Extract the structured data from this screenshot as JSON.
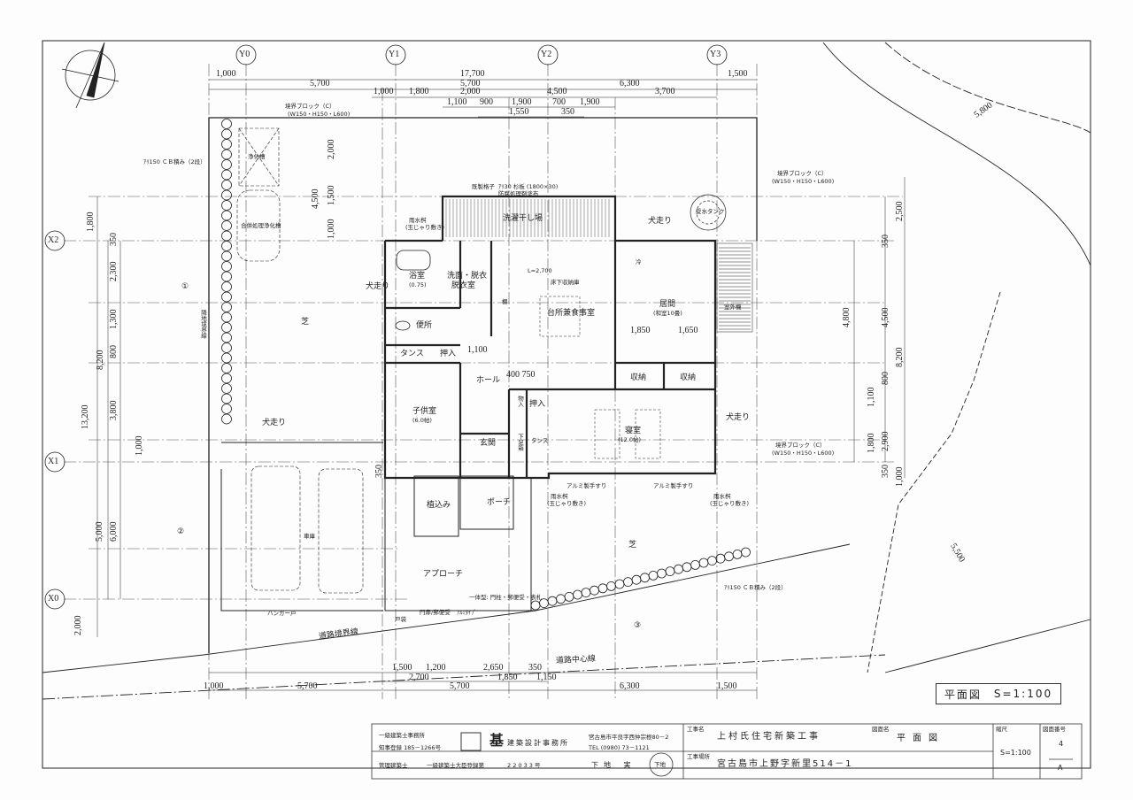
{
  "grid": {
    "y_axes": [
      "Y0",
      "Y1",
      "Y2",
      "Y3"
    ],
    "x_axes": [
      "X2",
      "X1",
      "X0"
    ]
  },
  "dims": {
    "top": [
      "1,000",
      "17,700",
      "1,500",
      "5,700",
      "5,700",
      "6,300",
      "1,000",
      "1,800",
      "2,000",
      "4,500",
      "3,700",
      "1,100",
      "900",
      "1,900",
      "700",
      "1,900",
      "1,550",
      "350"
    ],
    "bottom": [
      "1,500",
      "1,200",
      "2,650",
      "350",
      "2,700",
      "5,700",
      "1,850",
      "1,150",
      "1,000",
      "5,700",
      "6,300",
      "1,500"
    ],
    "left": [
      "1,800",
      "350",
      "2,300",
      "1,300",
      "800",
      "8,200",
      "3,800",
      "13,200",
      "1,000",
      "350",
      "5,000",
      "6,000",
      "2,000",
      "4,500",
      "2,000",
      "1,500",
      "1,000"
    ],
    "right": [
      "2,500",
      "350",
      "4,800",
      "4,500",
      "8,200",
      "800",
      "1,100",
      "1,800",
      "2,900",
      "350",
      "1,000",
      "5,800",
      "5,500"
    ],
    "inner": [
      "1,100",
      "400 750",
      "1,850",
      "1,650"
    ]
  },
  "rooms": {
    "bath": "浴室",
    "bath_size": "(0.75)",
    "washroom": "洗面・脱衣",
    "washroom2": "脱衣室",
    "toilet": "便所",
    "tansu": "タンス",
    "oshiire": "押入",
    "kitchen_dining": "台所兼食事室",
    "living": "居間",
    "living_size": "(和室10畳)",
    "storage1": "収納",
    "storage2": "収納",
    "child_room": "子供室",
    "child_size": "(6.0帖)",
    "hall": "ホール",
    "entrance": "玄関",
    "shoebox": "下足箱",
    "closet": "物入",
    "oshiire2": "押入",
    "tansu2": "タンス",
    "bedroom": "寝室",
    "bedroom_size": "(12.0帖)",
    "planting": "植込み",
    "porch": "ポーチ",
    "approach": "アプローチ",
    "garage": "車庫",
    "lawn1": "芝",
    "lawn2": "芝",
    "laundry": "洗濯干し場",
    "septic1": "浄化槽",
    "septic2": "合併処理浄化槽",
    "dog_run1": "犬走り",
    "dog_run2": "犬走り",
    "dog_run3": "犬走り",
    "dog_run4": "犬走り",
    "fridge": "冷",
    "shelf": "棚",
    "underfloor": "床下収納庫",
    "counter": "L=2,700",
    "water_tank": "受水タンク",
    "ext_unit": "室外機"
  },
  "notes": {
    "block_top": "境界ブロック（C）",
    "block_top_spec": "(W150・H150・L600)",
    "block_right": "境界ブロック（C）",
    "block_right_spec": "(W150・H150・L600)",
    "block_right2": "境界ブロック（C）",
    "block_right2_spec": "(W150・H150・L600)",
    "cb_left": "ｱﾘ150 ＣＢ積み（2段）",
    "cb_right": "ｱﾘ150 ＣＢ積み（2段）",
    "boundary_left": "隣地境界線",
    "rainwater": "雨水桝",
    "rainwater_sub": "(玉じゃり敷き)",
    "rain1": "雨水桝",
    "rain1_sub": "(玉じゃり敷き)",
    "rain2": "雨水桝",
    "rain2_sub": "(玉じゃり敷き)",
    "rail1": "アルミ製手すり",
    "rail2": "アルミ製手すり",
    "eave": "既製格子",
    "deck": "ｱﾘ30 杉板 (1800×30)",
    "deck2": "防腐処理剤塗布",
    "hanger_door": "ハンガー戸",
    "gate": "門扉/郵便受",
    "gate2": "ｱﾙﾐﾀｲﾌﾟ",
    "gate_note": "一体型: 門柱・郵便受・表札",
    "door": "戸袋",
    "road_boundary": "道路境界線",
    "road_center": "道路中心線",
    "circled_1": "①",
    "circled_2": "②",
    "circled_3": "③"
  },
  "scale_box": {
    "title": "平面図",
    "scale": "S=1:100"
  },
  "title_block": {
    "office_type": "一級建築士事務所",
    "office_reg": "知事登録 185－1266号",
    "logo_text": "基",
    "office_name": "建築設計事務所",
    "office_address": "宮古島市平良字西仲宗根80－2",
    "office_tel": "TEL (0980) 73－1121",
    "architect_label": "管理建築士",
    "architect_reg": "一級建築士大臣登録第",
    "architect_no": "2 2 0 3 3 号",
    "architect_name": "下地 実",
    "seal": "下地",
    "project_label": "工事名",
    "project_name": "上村氏住宅新築工事",
    "drawing_label": "図面名",
    "drawing_name": "平面図",
    "site_label": "工事場所",
    "site_name": "宮古島市上野字新里514－1",
    "scale_label": "縮尺",
    "scale_value": "S=1:100",
    "number_label": "図面番号",
    "number_value": "4",
    "revision": "A"
  }
}
